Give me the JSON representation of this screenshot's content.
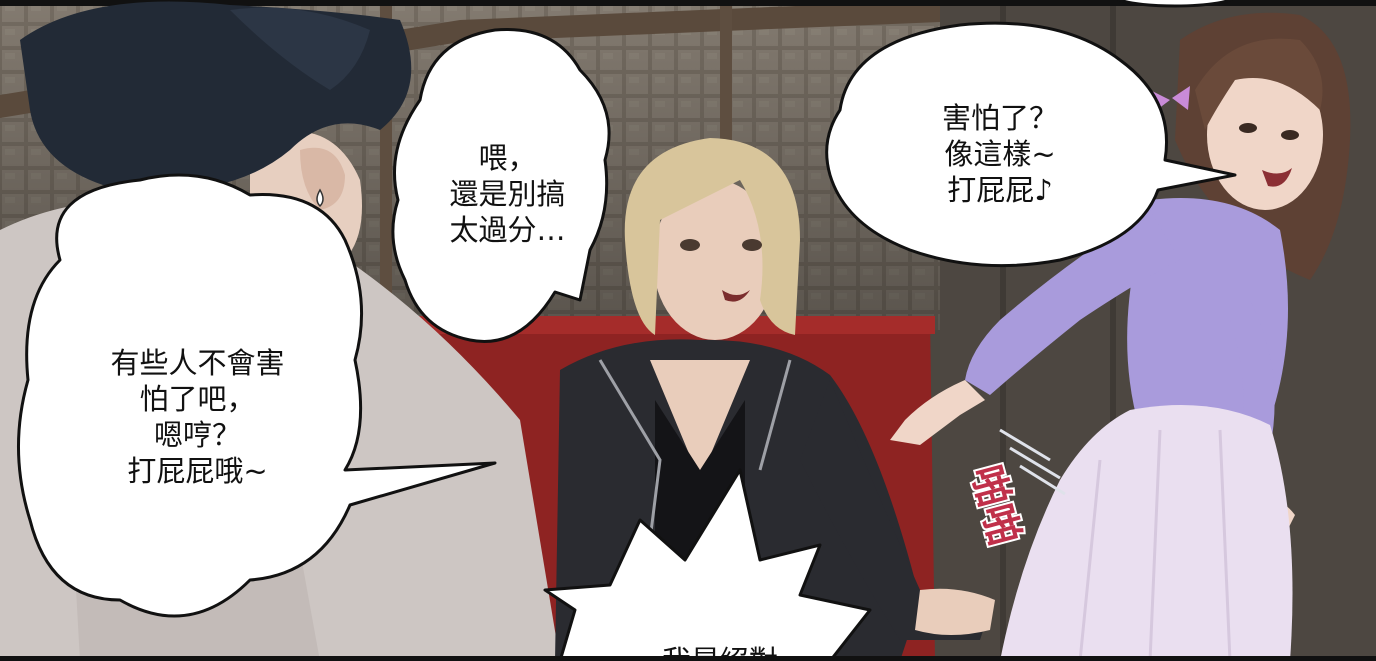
{
  "comic_panel": {
    "speech_bubbles": [
      {
        "speaker": "man-in-foreground",
        "text": "有些人不會害\n怕了吧，\n嗯哼？\n打屁屁哦~"
      },
      {
        "speaker": "blonde-woman",
        "text": "喂，\n還是別搞\n太過分…"
      },
      {
        "speaker": "brunette-woman",
        "text": "害怕了？\n像這樣~\n打屁屁♪"
      },
      {
        "speaker": "off-panel",
        "text": "我是絕對"
      }
    ],
    "sound_effect": {
      "text": "啪啪",
      "color": "#c0304a"
    },
    "colors": {
      "panel_border": "#111111",
      "bubble_fill": "#ffffff",
      "booth_red": "#8e2322",
      "cardigan_lavender": "#a99bdc",
      "skirt_pink": "#eadff0",
      "jacket_black": "#2a2b30"
    }
  }
}
